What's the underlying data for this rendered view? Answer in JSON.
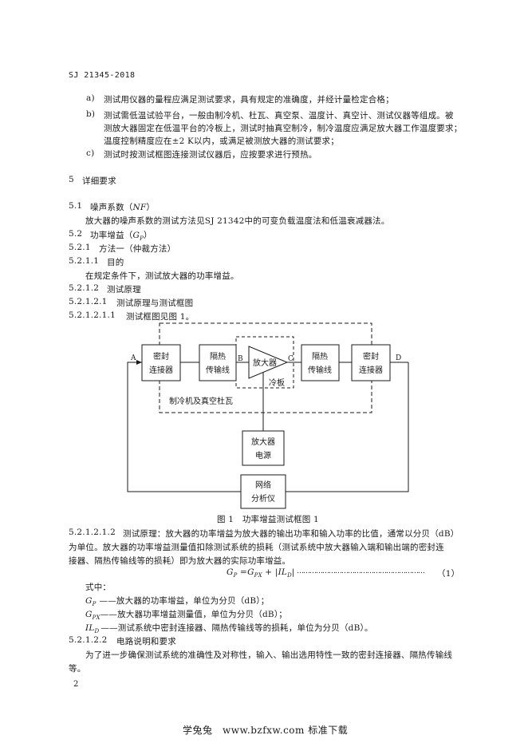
{
  "header": {
    "doc_id": "SJ 21345-2018"
  },
  "list_items": [
    {
      "label": "a)",
      "lines": [
        "测试用仪器的量程应满足测试要求，具有规定的准确度，并经计量检定合格；"
      ]
    },
    {
      "label": "b)",
      "lines": [
        "测试需低温试验平台，一般由制冷机、杜瓦、真空泵、温度计、真空计、测试仪器等组成。被",
        "测放大器固定在低温平台的冷板上，测试时抽真空制冷，制冷温度应满足放大器工作温度要求；",
        "温度控制精度应在±2 K以内，或满足被测放大器的测试要求；"
      ]
    },
    {
      "label": "c)",
      "lines": [
        "测试时按测试框图连接测试仪器后，应按要求进行预热。"
      ]
    }
  ],
  "section5": {
    "num": "5",
    "title": "详细要求"
  },
  "s51": {
    "num": "5.1",
    "title": "噪声系数（",
    "sym": "NF",
    "close": "）",
    "body": "放大器的噪声系数的测试方法见SJ 21342中的可变负载温度法和低温衰减器法。"
  },
  "s52": {
    "num": "5.2",
    "title": "功率增益（",
    "sym": "G",
    "sub": "P",
    "close": "）"
  },
  "s521": {
    "num": "5.2.1",
    "title": "方法一（仲裁方法）"
  },
  "s5211": {
    "num": "5.2.1.1",
    "title": "目的",
    "body": "在规定条件下，测试放大器的功率增益。"
  },
  "s5212": {
    "num": "5.2.1.2",
    "title": "测试原理"
  },
  "s52121": {
    "num": "5.2.1.2.1",
    "title": "测试原理与测试框图"
  },
  "s521211": {
    "num": "5.2.1.2.1.1",
    "body": "测试框图见图 1。"
  },
  "diagram": {
    "sealed_connector_a": [
      "密封",
      "连接器"
    ],
    "thermal_line_left": [
      "隔热",
      "传输线"
    ],
    "amplifier": "放大器",
    "thermal_line_right": [
      "隔热",
      "传输线"
    ],
    "sealed_connector_d": [
      "密封",
      "连接器"
    ],
    "cold_plate": "冷板",
    "cryo_label": "制冷机及真空杜瓦",
    "power_supply": [
      "放大器",
      "电源"
    ],
    "network_analyzer": [
      "网络",
      "分析仪"
    ],
    "port_a": "A",
    "port_b": "B",
    "port_c": "C",
    "port_d": "D"
  },
  "figure_caption": "图 1　功率增益测试框图 1",
  "s521212": {
    "num": "5.2.1.2.1.2",
    "lines": [
      "测试原理：放大器的功率增益为放大器的输出功率和输入功率的比值，通常以分贝（dB）",
      "为单位。放大器的功率增益测量值扣除测试系统的损耗（测试系统中放大器输入端和输出端的密封连",
      "接器、隔热传输线等的损耗）即为放大器的实际功率增益。"
    ]
  },
  "formula": {
    "lhs": "G",
    "lhs_sub": "P",
    "eq": " =",
    "rhs1": "G",
    "rhs1_sub": "PX",
    "plus": " + |",
    "rhs2": "IL",
    "rhs2_sub": "D",
    "close": "|",
    "dots": "……………………………………………………",
    "number": "（1）"
  },
  "where": "式中：",
  "defs": [
    {
      "sym": "G",
      "sub": "P",
      "text": "——放大器的功率增益，单位为分贝（dB）；"
    },
    {
      "sym": "G",
      "sub": "PX",
      "text": "——放大器功率增益测量值，单位为分贝（dB）；"
    },
    {
      "sym": "IL",
      "sub": "D",
      "text": "——测试系统中密封连接器、隔热传输线等的损耗，单位为分贝（dB）。"
    }
  ],
  "s52122": {
    "num": "5.2.1.2.2",
    "title": "电路说明和要求",
    "lines": [
      "为了进一步确保测试系统的准确性及对称性，输入、输出选用特性一致的密封连接器、隔热传输线",
      "等。"
    ]
  },
  "page_number": "2",
  "footer": "学兔兔　www.bzfxw.com 标准下载"
}
